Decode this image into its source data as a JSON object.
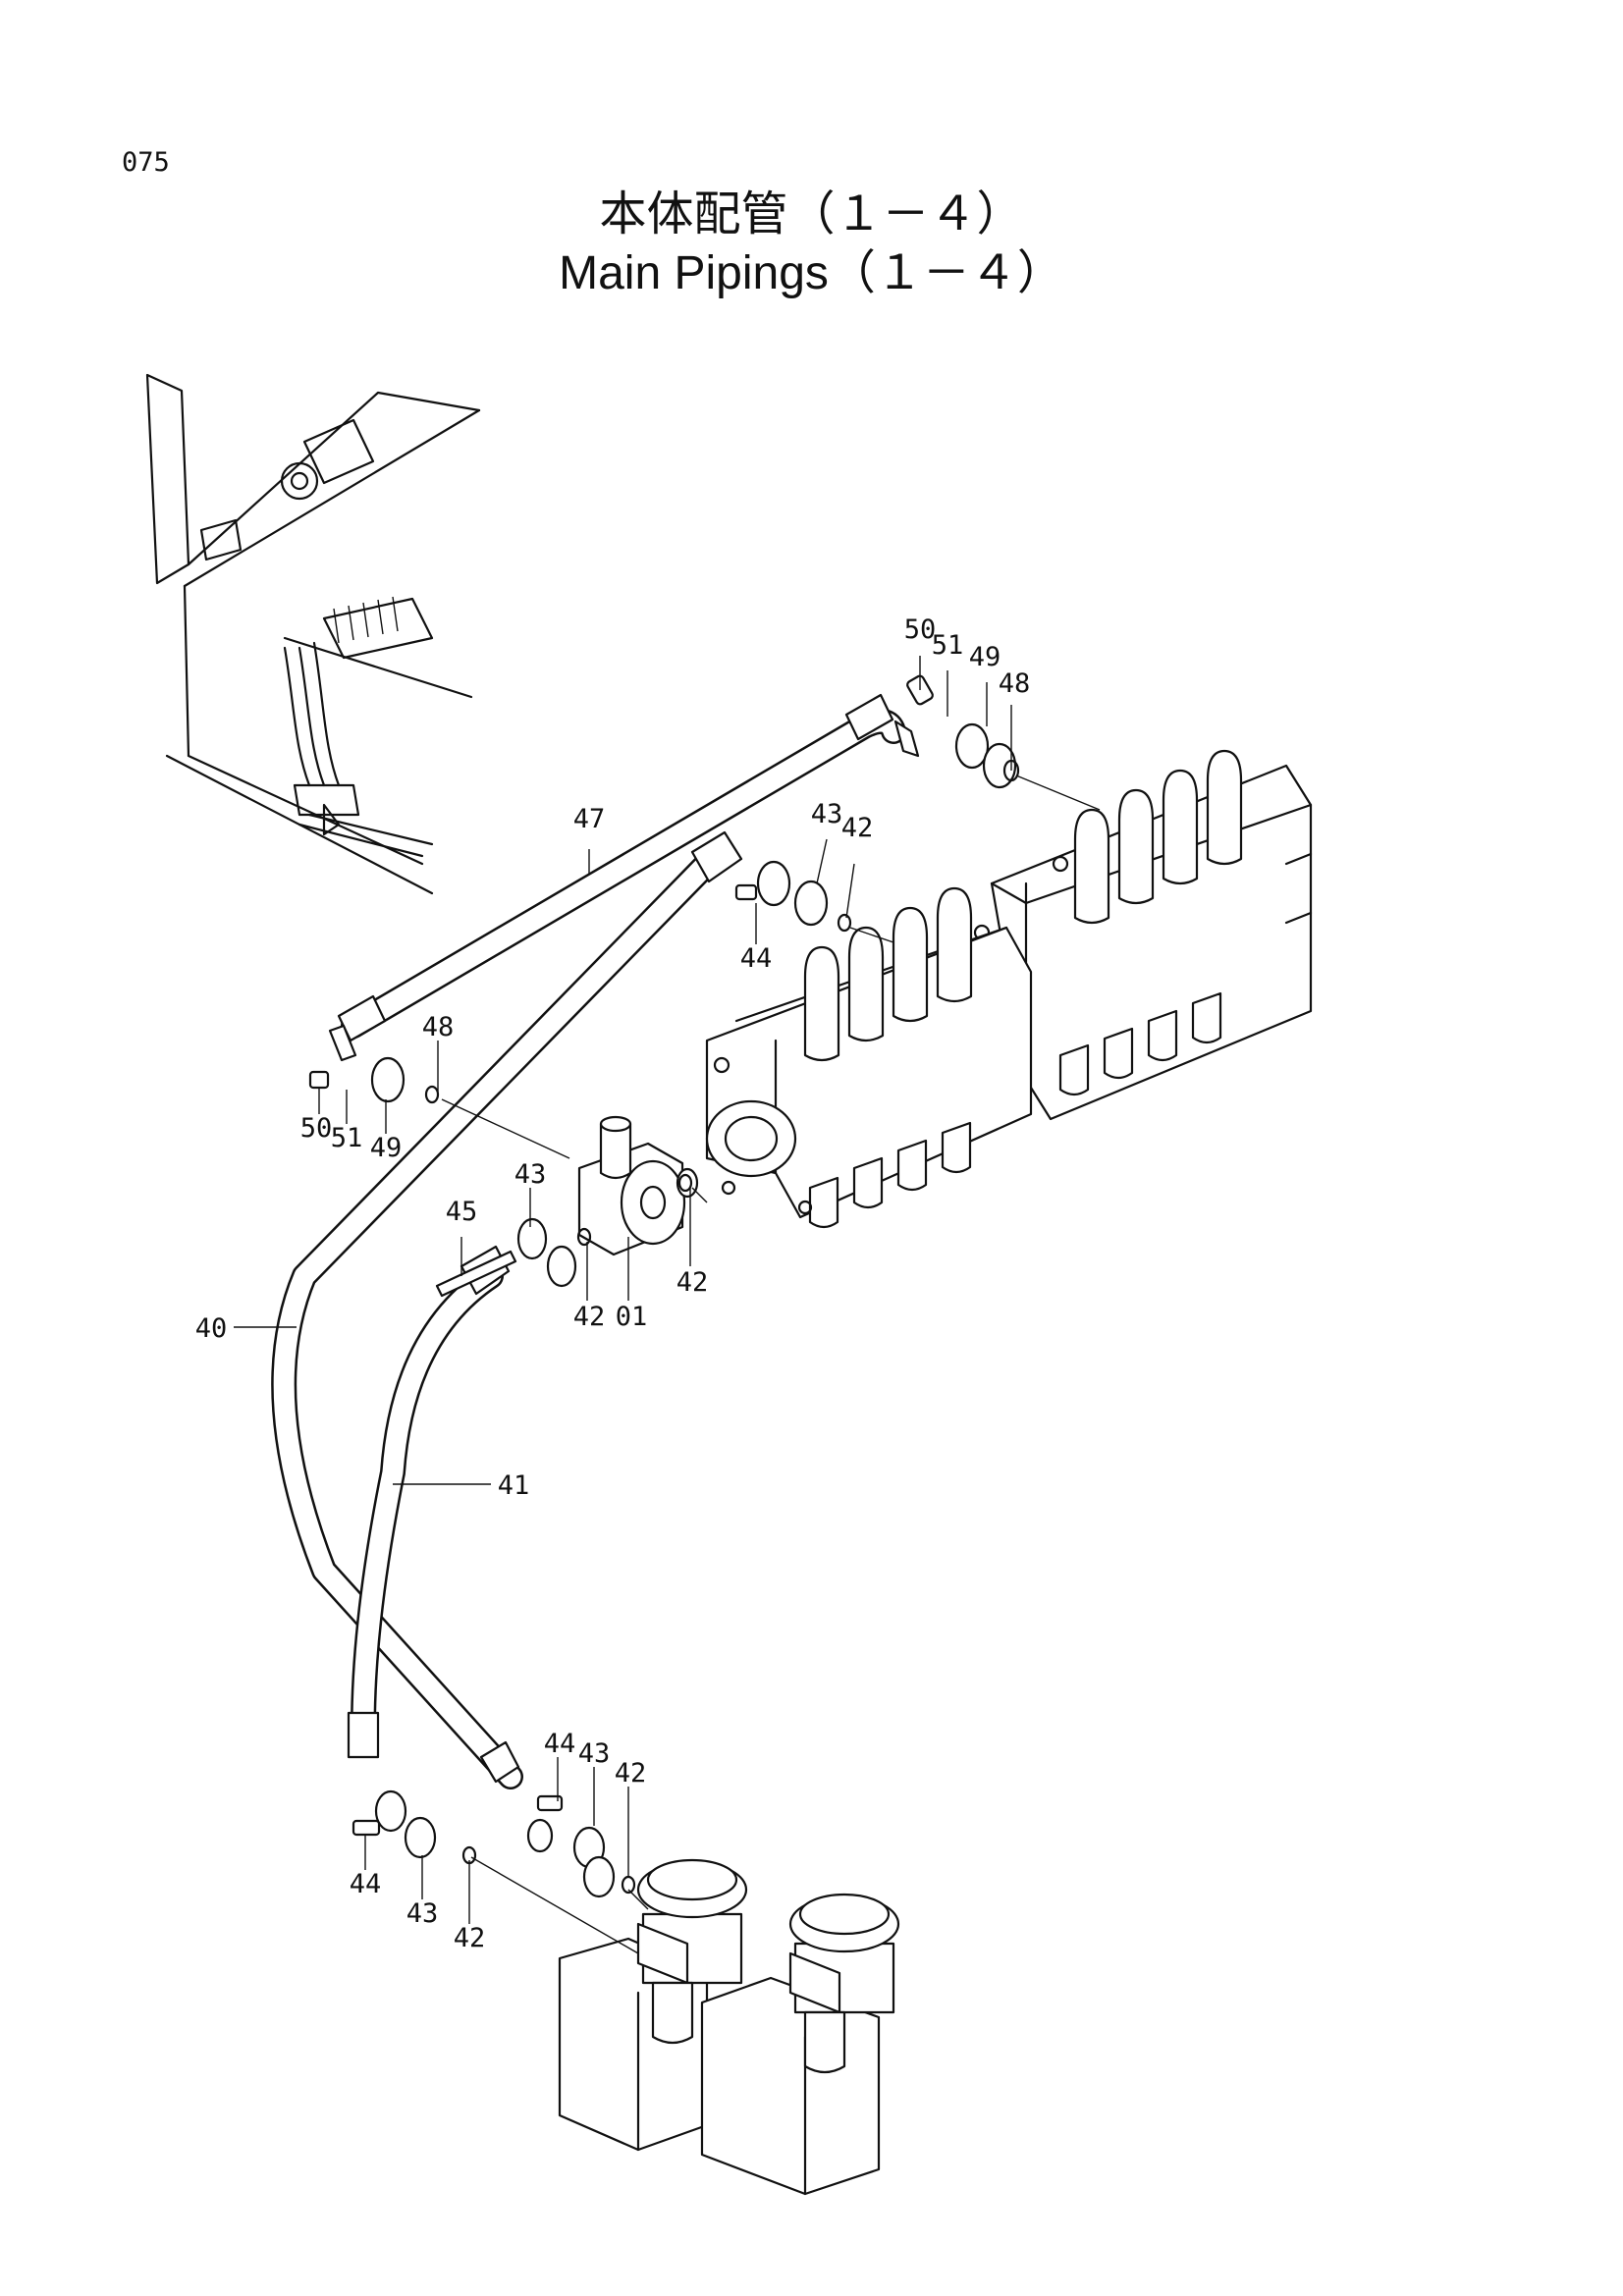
{
  "page": {
    "number": "075"
  },
  "title": {
    "japanese": "本体配管（１－４）",
    "english": "Main Pipings（１－４）"
  },
  "callouts": [
    {
      "id": "c-50-top",
      "text": "50"
    },
    {
      "id": "c-51-top",
      "text": "51"
    },
    {
      "id": "c-49-top",
      "text": "49"
    },
    {
      "id": "c-48-top",
      "text": "48"
    },
    {
      "id": "c-47",
      "text": "47"
    },
    {
      "id": "c-43-a",
      "text": "43"
    },
    {
      "id": "c-42-a",
      "text": "42"
    },
    {
      "id": "c-44-a",
      "text": "44"
    },
    {
      "id": "c-48-left",
      "text": "48"
    },
    {
      "id": "c-50-left",
      "text": "50"
    },
    {
      "id": "c-51-left",
      "text": "51"
    },
    {
      "id": "c-49-left",
      "text": "49"
    },
    {
      "id": "c-43-b",
      "text": "43"
    },
    {
      "id": "c-45",
      "text": "45"
    },
    {
      "id": "c-42-b",
      "text": "42"
    },
    {
      "id": "c-01",
      "text": "01"
    },
    {
      "id": "c-42-c",
      "text": "42"
    },
    {
      "id": "c-40",
      "text": "40"
    },
    {
      "id": "c-41",
      "text": "41"
    },
    {
      "id": "c-44-b",
      "text": "44"
    },
    {
      "id": "c-43-c",
      "text": "43"
    },
    {
      "id": "c-42-d",
      "text": "42"
    },
    {
      "id": "c-44-c",
      "text": "44"
    },
    {
      "id": "c-43-d",
      "text": "43"
    },
    {
      "id": "c-42-e",
      "text": "42"
    }
  ]
}
